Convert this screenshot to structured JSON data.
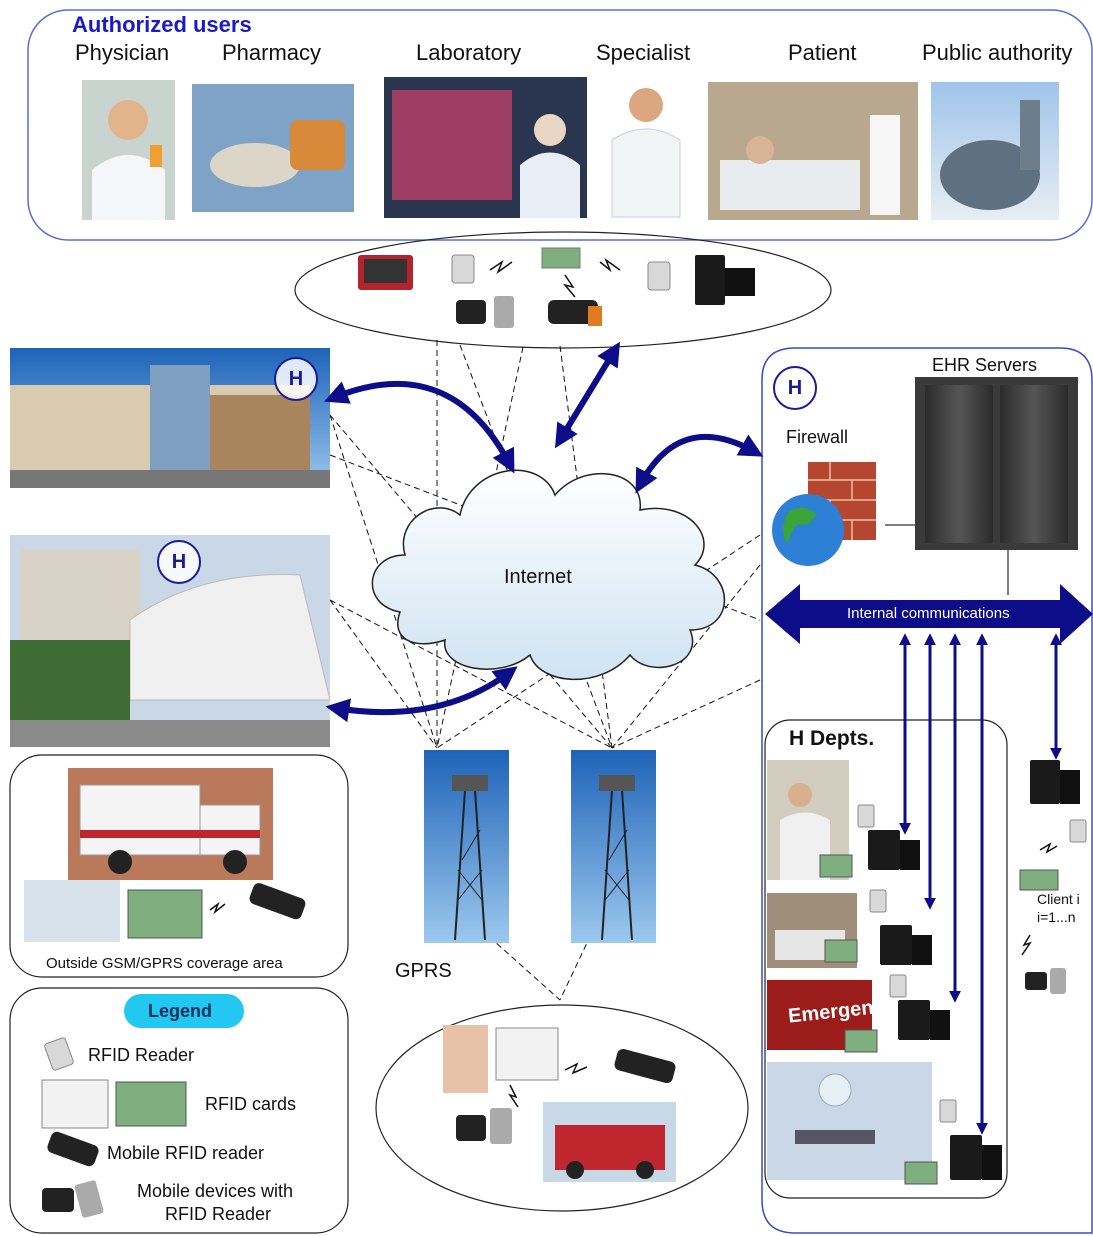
{
  "users": {
    "title": "Authorized users",
    "items": [
      "Physician",
      "Pharmacy",
      "Laboratory",
      "Specialist",
      "Patient",
      "Public authority"
    ]
  },
  "hospital_badge": "H",
  "internet_label": "Internet",
  "ehr": {
    "servers_label": "EHR Servers",
    "firewall_label": "Firewall",
    "internal_comm_label": "Internal communications",
    "depts_label": "H Depts.",
    "client_label_1": "Client i",
    "client_label_2": "i=1...n"
  },
  "gprs_label": "GPRS",
  "outside_label": "Outside GSM/GPRS coverage area",
  "legend": {
    "title": "Legend",
    "rfid_reader": "RFID Reader",
    "rfid_cards": "RFID cards",
    "mobile_reader": "Mobile RFID reader",
    "mobile_devices_1": "Mobile devices with",
    "mobile_devices_2": "RFID Reader"
  },
  "emergency_sign": "Emergency",
  "colors": {
    "arrow": "#0d0d8a",
    "title": "#1a1acc",
    "panel_border": "#5a6bd0",
    "legend_pill": "#22c8f0"
  }
}
